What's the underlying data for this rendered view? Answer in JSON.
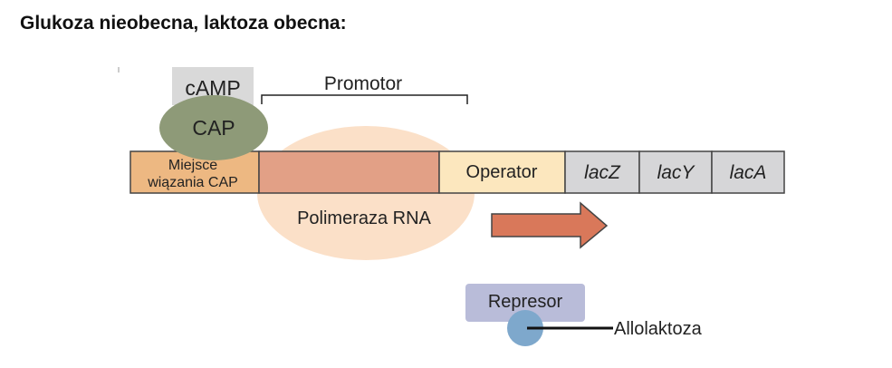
{
  "title": "Glukoza nieobecna, laktoza obecna:",
  "labels": {
    "camp": "cAMP",
    "cap": "CAP",
    "promotor": "Promotor",
    "cap_site_line1": "Miejsce",
    "cap_site_line2": "wiązania CAP",
    "operator": "Operator",
    "lacz": "lacZ",
    "lacy": "lacY",
    "laca": "lacA",
    "polymerase": "Polimeraza RNA",
    "repressor": "Represor",
    "allolactose": "Allolaktoza"
  },
  "colors": {
    "cap_site": "#EDB882",
    "promoter": "#E2A086",
    "operator": "#FCE7BE",
    "genes": "#D6D6D8",
    "polymerase": "#FBE0C8",
    "cap": "#8E9A78",
    "camp": "#D9D9D9",
    "arrow": "#D9785A",
    "repressor": "#B9BCD9",
    "allolactose": "#7EA8CC"
  }
}
